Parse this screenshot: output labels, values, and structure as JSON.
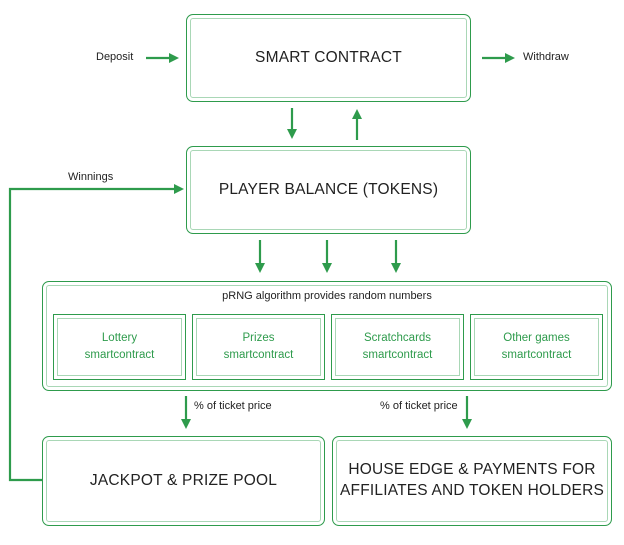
{
  "boxes": {
    "smart_contract": "SMART CONTRACT",
    "player_balance": "PLAYER BALANCE (TOKENS)",
    "jackpot": "JACKPOT & PRIZE POOL",
    "house_edge_line1": "HOUSE EDGE & PAYMENTS FOR",
    "house_edge_line2": "AFFILIATES AND TOKEN HOLDERS"
  },
  "prng": {
    "title": "pRNG algorithm provides random numbers",
    "games": [
      {
        "name": "Lottery",
        "type": "smartcontract"
      },
      {
        "name": "Prizes",
        "type": "smartcontract"
      },
      {
        "name": "Scratchcards",
        "type": "smartcontract"
      },
      {
        "name": "Other games",
        "type": "smartcontract"
      }
    ]
  },
  "labels": {
    "deposit": "Deposit",
    "withdraw": "Withdraw",
    "winnings": "Winnings",
    "ticket_left": "% of ticket price",
    "ticket_right": "% of ticket price"
  },
  "colors": {
    "accent": "#2e9b4c",
    "text": "#222222"
  }
}
